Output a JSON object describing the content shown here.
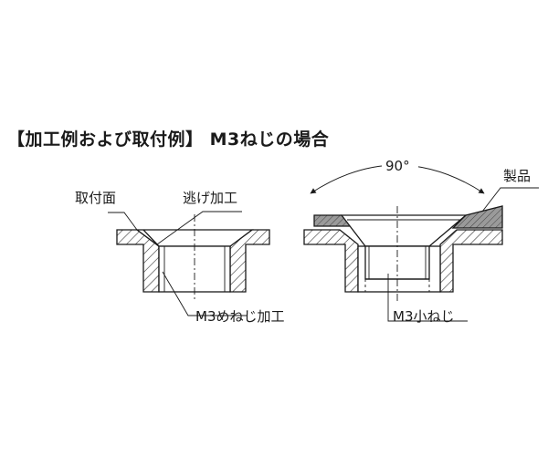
{
  "title": "【加工例および取付例】 M3ねじの場合",
  "left_view": {
    "label_mount_surface": "取付面",
    "label_relief": "逃げ加工",
    "label_thread": "M3めねじ加工"
  },
  "right_view": {
    "label_angle": "90°",
    "label_product": "製品",
    "label_screw": "M3小ねじ"
  }
}
